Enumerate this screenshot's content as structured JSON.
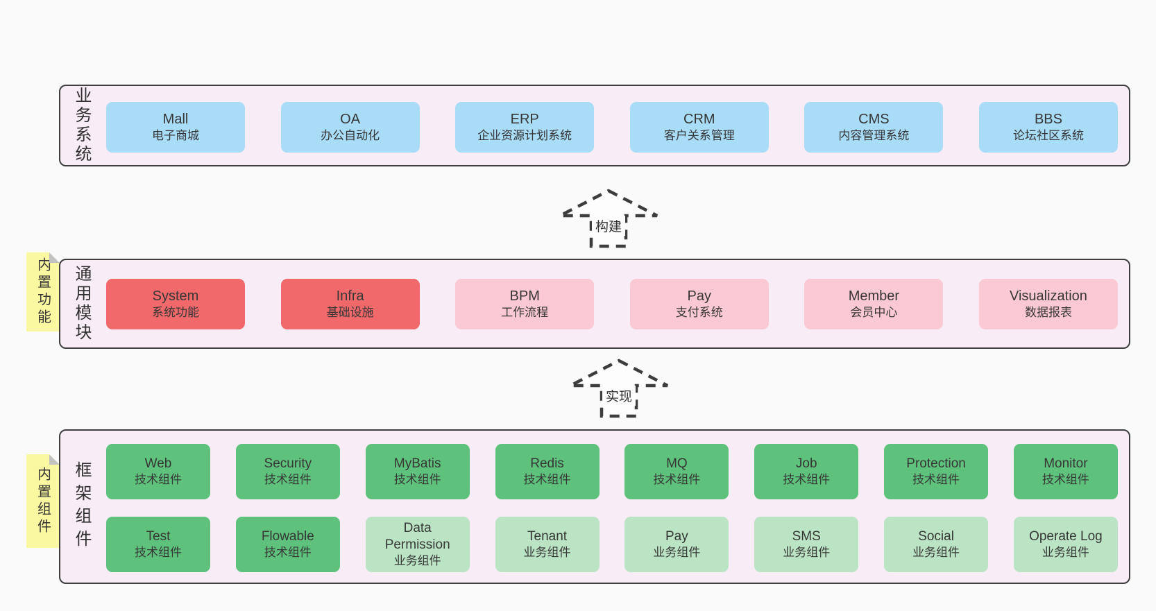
{
  "colors": {
    "page_bg": "#FAFAFA",
    "layer_bg": "#F8EDF6",
    "layer_border": "#3E3E3E",
    "blue": "#A8DCF7",
    "red": "#F2696B",
    "pink": "#FBC9D3",
    "green": "#5EC27C",
    "lightgreen": "#BBE4C4",
    "note_yellow": "#FAF9A2",
    "note_fold": "#C2C2C2",
    "text": "#363636"
  },
  "notes": [
    {
      "label": "内置功能"
    },
    {
      "label": "内置组件"
    }
  ],
  "arrows": [
    {
      "label": "构建"
    },
    {
      "label": "实现"
    }
  ],
  "layers": [
    {
      "label": "业务系统",
      "boxes": [
        {
          "title": "Mall",
          "subtitle": "电子商城",
          "variant": "blue"
        },
        {
          "title": "OA",
          "subtitle": "办公自动化",
          "variant": "blue"
        },
        {
          "title": "ERP",
          "subtitle": "企业资源计划系统",
          "variant": "blue"
        },
        {
          "title": "CRM",
          "subtitle": "客户关系管理",
          "variant": "blue"
        },
        {
          "title": "CMS",
          "subtitle": "内容管理系统",
          "variant": "blue"
        },
        {
          "title": "BBS",
          "subtitle": "论坛社区系统",
          "variant": "blue"
        }
      ]
    },
    {
      "label": "通用模块",
      "boxes": [
        {
          "title": "System",
          "subtitle": "系统功能",
          "variant": "red"
        },
        {
          "title": "Infra",
          "subtitle": "基础设施",
          "variant": "red"
        },
        {
          "title": "BPM",
          "subtitle": "工作流程",
          "variant": "pink"
        },
        {
          "title": "Pay",
          "subtitle": "支付系统",
          "variant": "pink"
        },
        {
          "title": "Member",
          "subtitle": "会员中心",
          "variant": "pink"
        },
        {
          "title": "Visualization",
          "subtitle": "数据报表",
          "variant": "pink"
        }
      ]
    },
    {
      "label": "框架组件",
      "boxes": [
        {
          "title": "Web",
          "subtitle": "技术组件",
          "variant": "green"
        },
        {
          "title": "Security",
          "subtitle": "技术组件",
          "variant": "green"
        },
        {
          "title": "MyBatis",
          "subtitle": "技术组件",
          "variant": "green"
        },
        {
          "title": "Redis",
          "subtitle": "技术组件",
          "variant": "green"
        },
        {
          "title": "MQ",
          "subtitle": "技术组件",
          "variant": "green"
        },
        {
          "title": "Job",
          "subtitle": "技术组件",
          "variant": "green"
        },
        {
          "title": "Protection",
          "subtitle": "技术组件",
          "variant": "green"
        },
        {
          "title": "Monitor",
          "subtitle": "技术组件",
          "variant": "green"
        },
        {
          "title": "Test",
          "subtitle": "技术组件",
          "variant": "green"
        },
        {
          "title": "Flowable",
          "subtitle": "技术组件",
          "variant": "green"
        },
        {
          "title": "Data Permission",
          "subtitle": "业务组件",
          "variant": "lightgreen"
        },
        {
          "title": "Tenant",
          "subtitle": "业务组件",
          "variant": "lightgreen"
        },
        {
          "title": "Pay",
          "subtitle": "业务组件",
          "variant": "lightgreen"
        },
        {
          "title": "SMS",
          "subtitle": "业务组件",
          "variant": "lightgreen"
        },
        {
          "title": "Social",
          "subtitle": "业务组件",
          "variant": "lightgreen"
        },
        {
          "title": "Operate Log",
          "subtitle": "业务组件",
          "variant": "lightgreen"
        }
      ]
    }
  ]
}
